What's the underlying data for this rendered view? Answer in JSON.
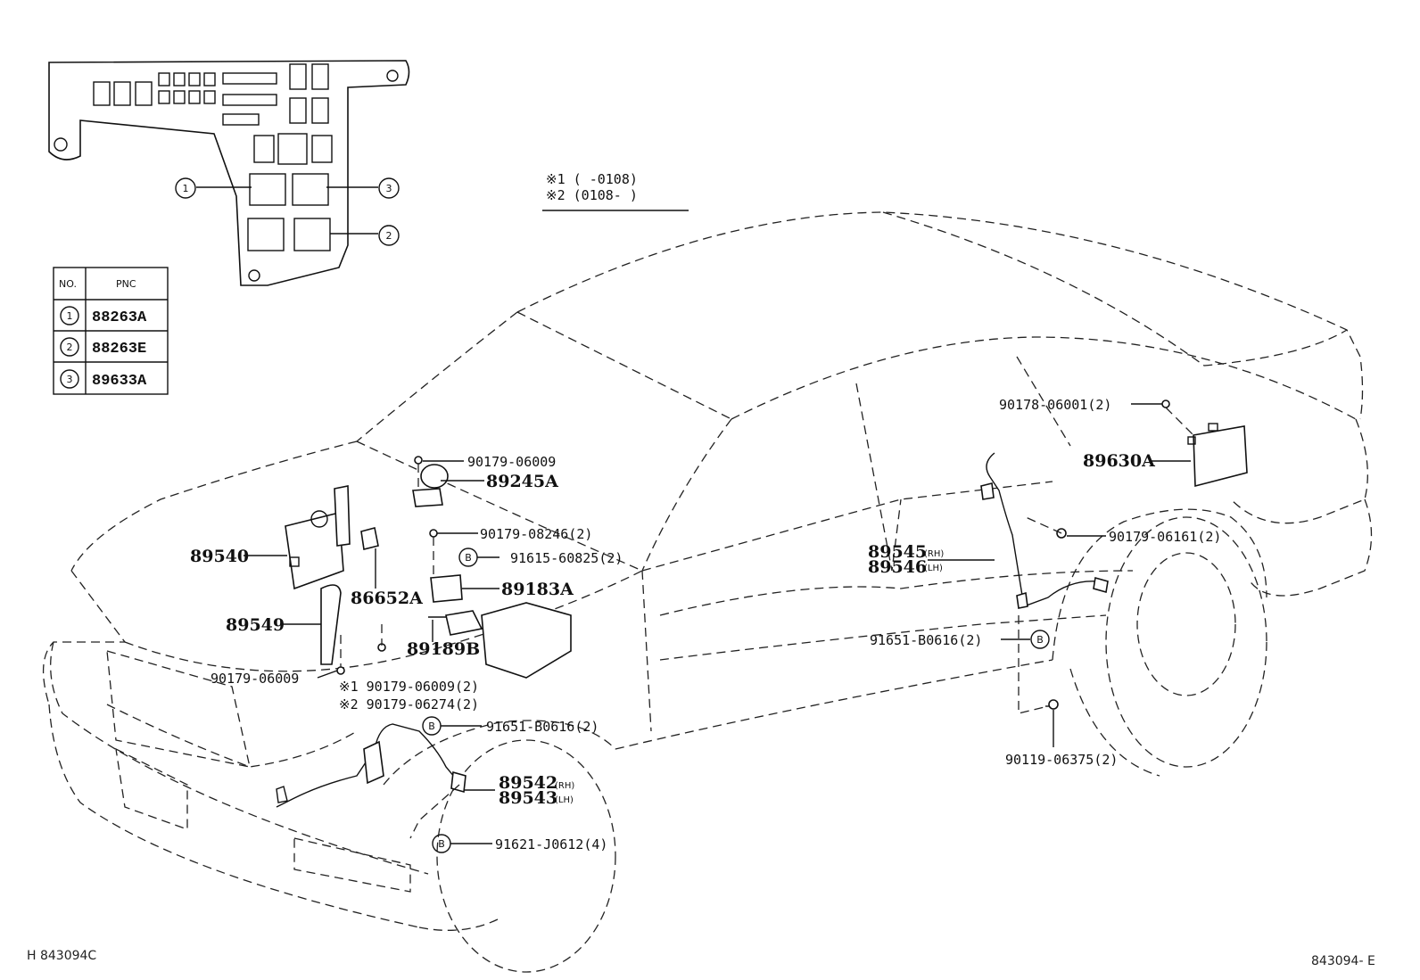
{
  "notes": {
    "n1": "※1 (      -0108)",
    "n2": "※2 (0108-       )"
  },
  "table": {
    "header_no": "NO.",
    "header_pnc": "PNC",
    "rows": [
      {
        "no": "1",
        "pnc": "88263A"
      },
      {
        "no": "2",
        "pnc": "88263E"
      },
      {
        "no": "3",
        "pnc": "89633A"
      }
    ]
  },
  "relay_box_callouts": [
    "1",
    "2",
    "3"
  ],
  "labels": {
    "p90178_06001": "90178-06001(2)",
    "p89630A": "89630A",
    "p90179_06009_top": "90179-06009",
    "p89245A": "89245A",
    "p90179_08246": "90179-08246(2)",
    "p91615_60825": "91615-60825(2)",
    "p89540": "89540",
    "p86652A": "86652A",
    "p89183A": "89183A",
    "p89549": "89549",
    "p89189B": "89189B",
    "p90179_06009_left": "90179-06009",
    "p90179_06009_n1": "※1 90179-06009(2)",
    "p90179_06274_n2": "※2 90179-06274(2)",
    "p91651_B0616_front": "91651-B0616(2)",
    "p89542": "89542",
    "p89543": "89543",
    "rh": "(RH)",
    "lh": "(LH)",
    "p91621_J0612": "91621-J0612(4)",
    "p89545": "89545",
    "p89546": "89546",
    "p90179_06161": "90179-06161(2)",
    "p91651_B0616_rear": "91651-B0616(2)",
    "p90119_06375": "90119-06375(2)",
    "bolt_b": "B"
  },
  "footer": {
    "left_code": "H 843094C",
    "right_code": "843094- E"
  }
}
